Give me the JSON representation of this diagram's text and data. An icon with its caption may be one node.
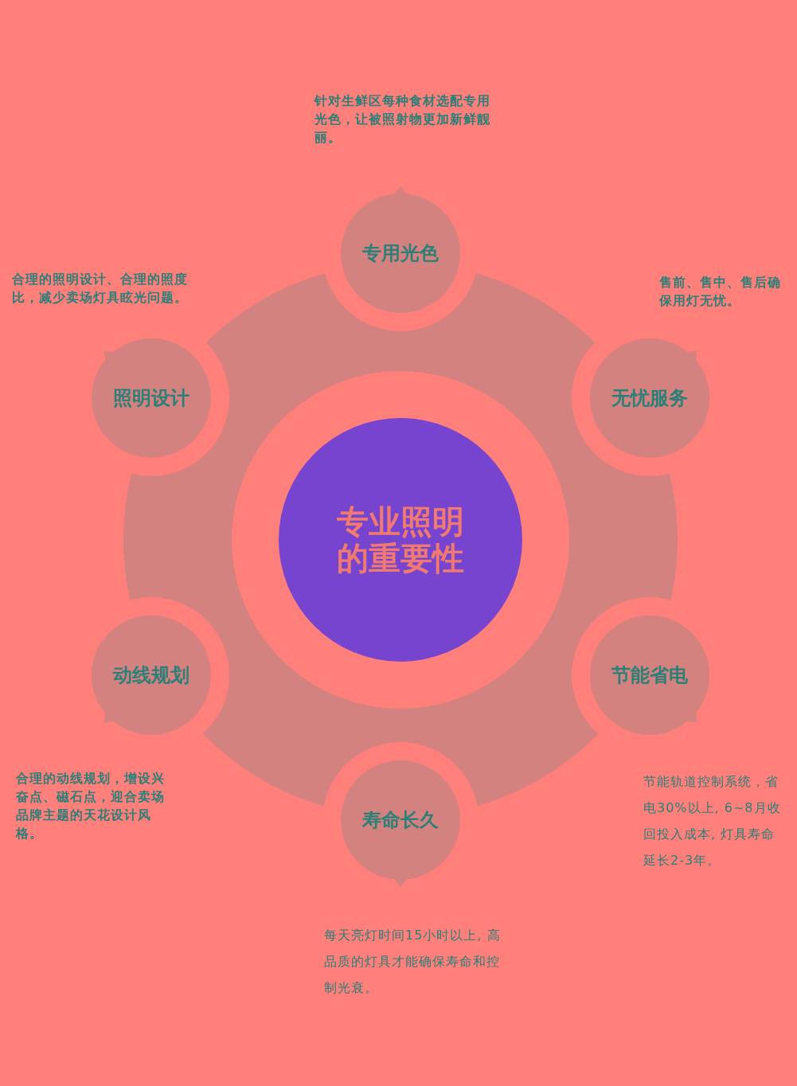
{
  "diagram": {
    "nodes": [
      {
        "text": [
          "专业照明的重要性"
        ]
      },
      {
        "text": [
          "专用光色"
        ],
        "beside": [
          "针对生鲜区每种食材选配专用光色，让被照射物更加新鲜靓丽。"
        ]
      },
      {
        "text": [
          "无忧服务"
        ],
        "beside": [
          "售前、售中、售后确保用灯无忧。"
        ]
      },
      {
        "text": [
          "节能省电"
        ],
        "beside": [
          "节能轨道控制系统，省电30%以上, 6~8月收回投入成本, 灯具寿命延长2-3年。"
        ]
      },
      {
        "text": [
          "寿命长久"
        ],
        "beside": [
          "每天亮灯时间15小时以上, 高品质的灯具才能确保寿命和控制光衰。"
        ]
      },
      {
        "text": [
          "动线规划"
        ],
        "beside": [
          "合理的动线规划，增设兴奋点、磁石点，迎合卖场品牌主题的天花设计风格。"
        ]
      },
      {
        "text": [
          "照明设计"
        ],
        "beside": [
          "合理的照明设计、合理的照度比，减少卖场灯具眩光问题。"
        ]
      }
    ],
    "edges": []
  }
}
